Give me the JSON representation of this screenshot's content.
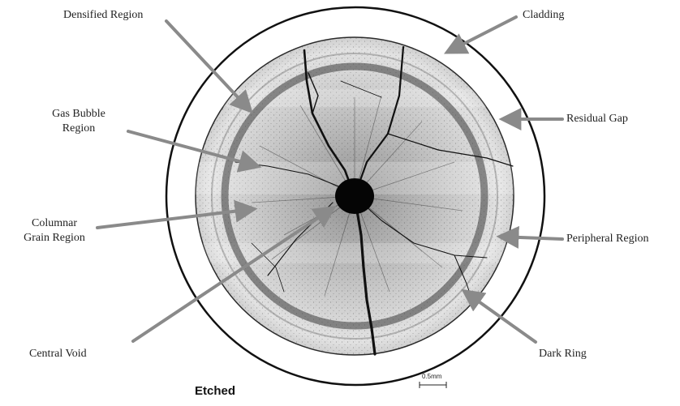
{
  "figure": {
    "labels": {
      "densified": "Densified Region",
      "cladding": "Cladding",
      "gas_bubble_1": "Gas Bubble",
      "gas_bubble_2": "Region",
      "residual_gap": "Residual Gap",
      "columnar_1": "Columnar",
      "columnar_2": "Grain Region",
      "peripheral": "Peripheral Region",
      "central_void": "Central Void",
      "dark_ring": "Dark Ring"
    },
    "scale_bar": "0.5mm",
    "caption": "Etched",
    "colors": {
      "arrow": "#8a8a8a",
      "outline": "#111111",
      "pellet": "#dcdcdc"
    }
  }
}
